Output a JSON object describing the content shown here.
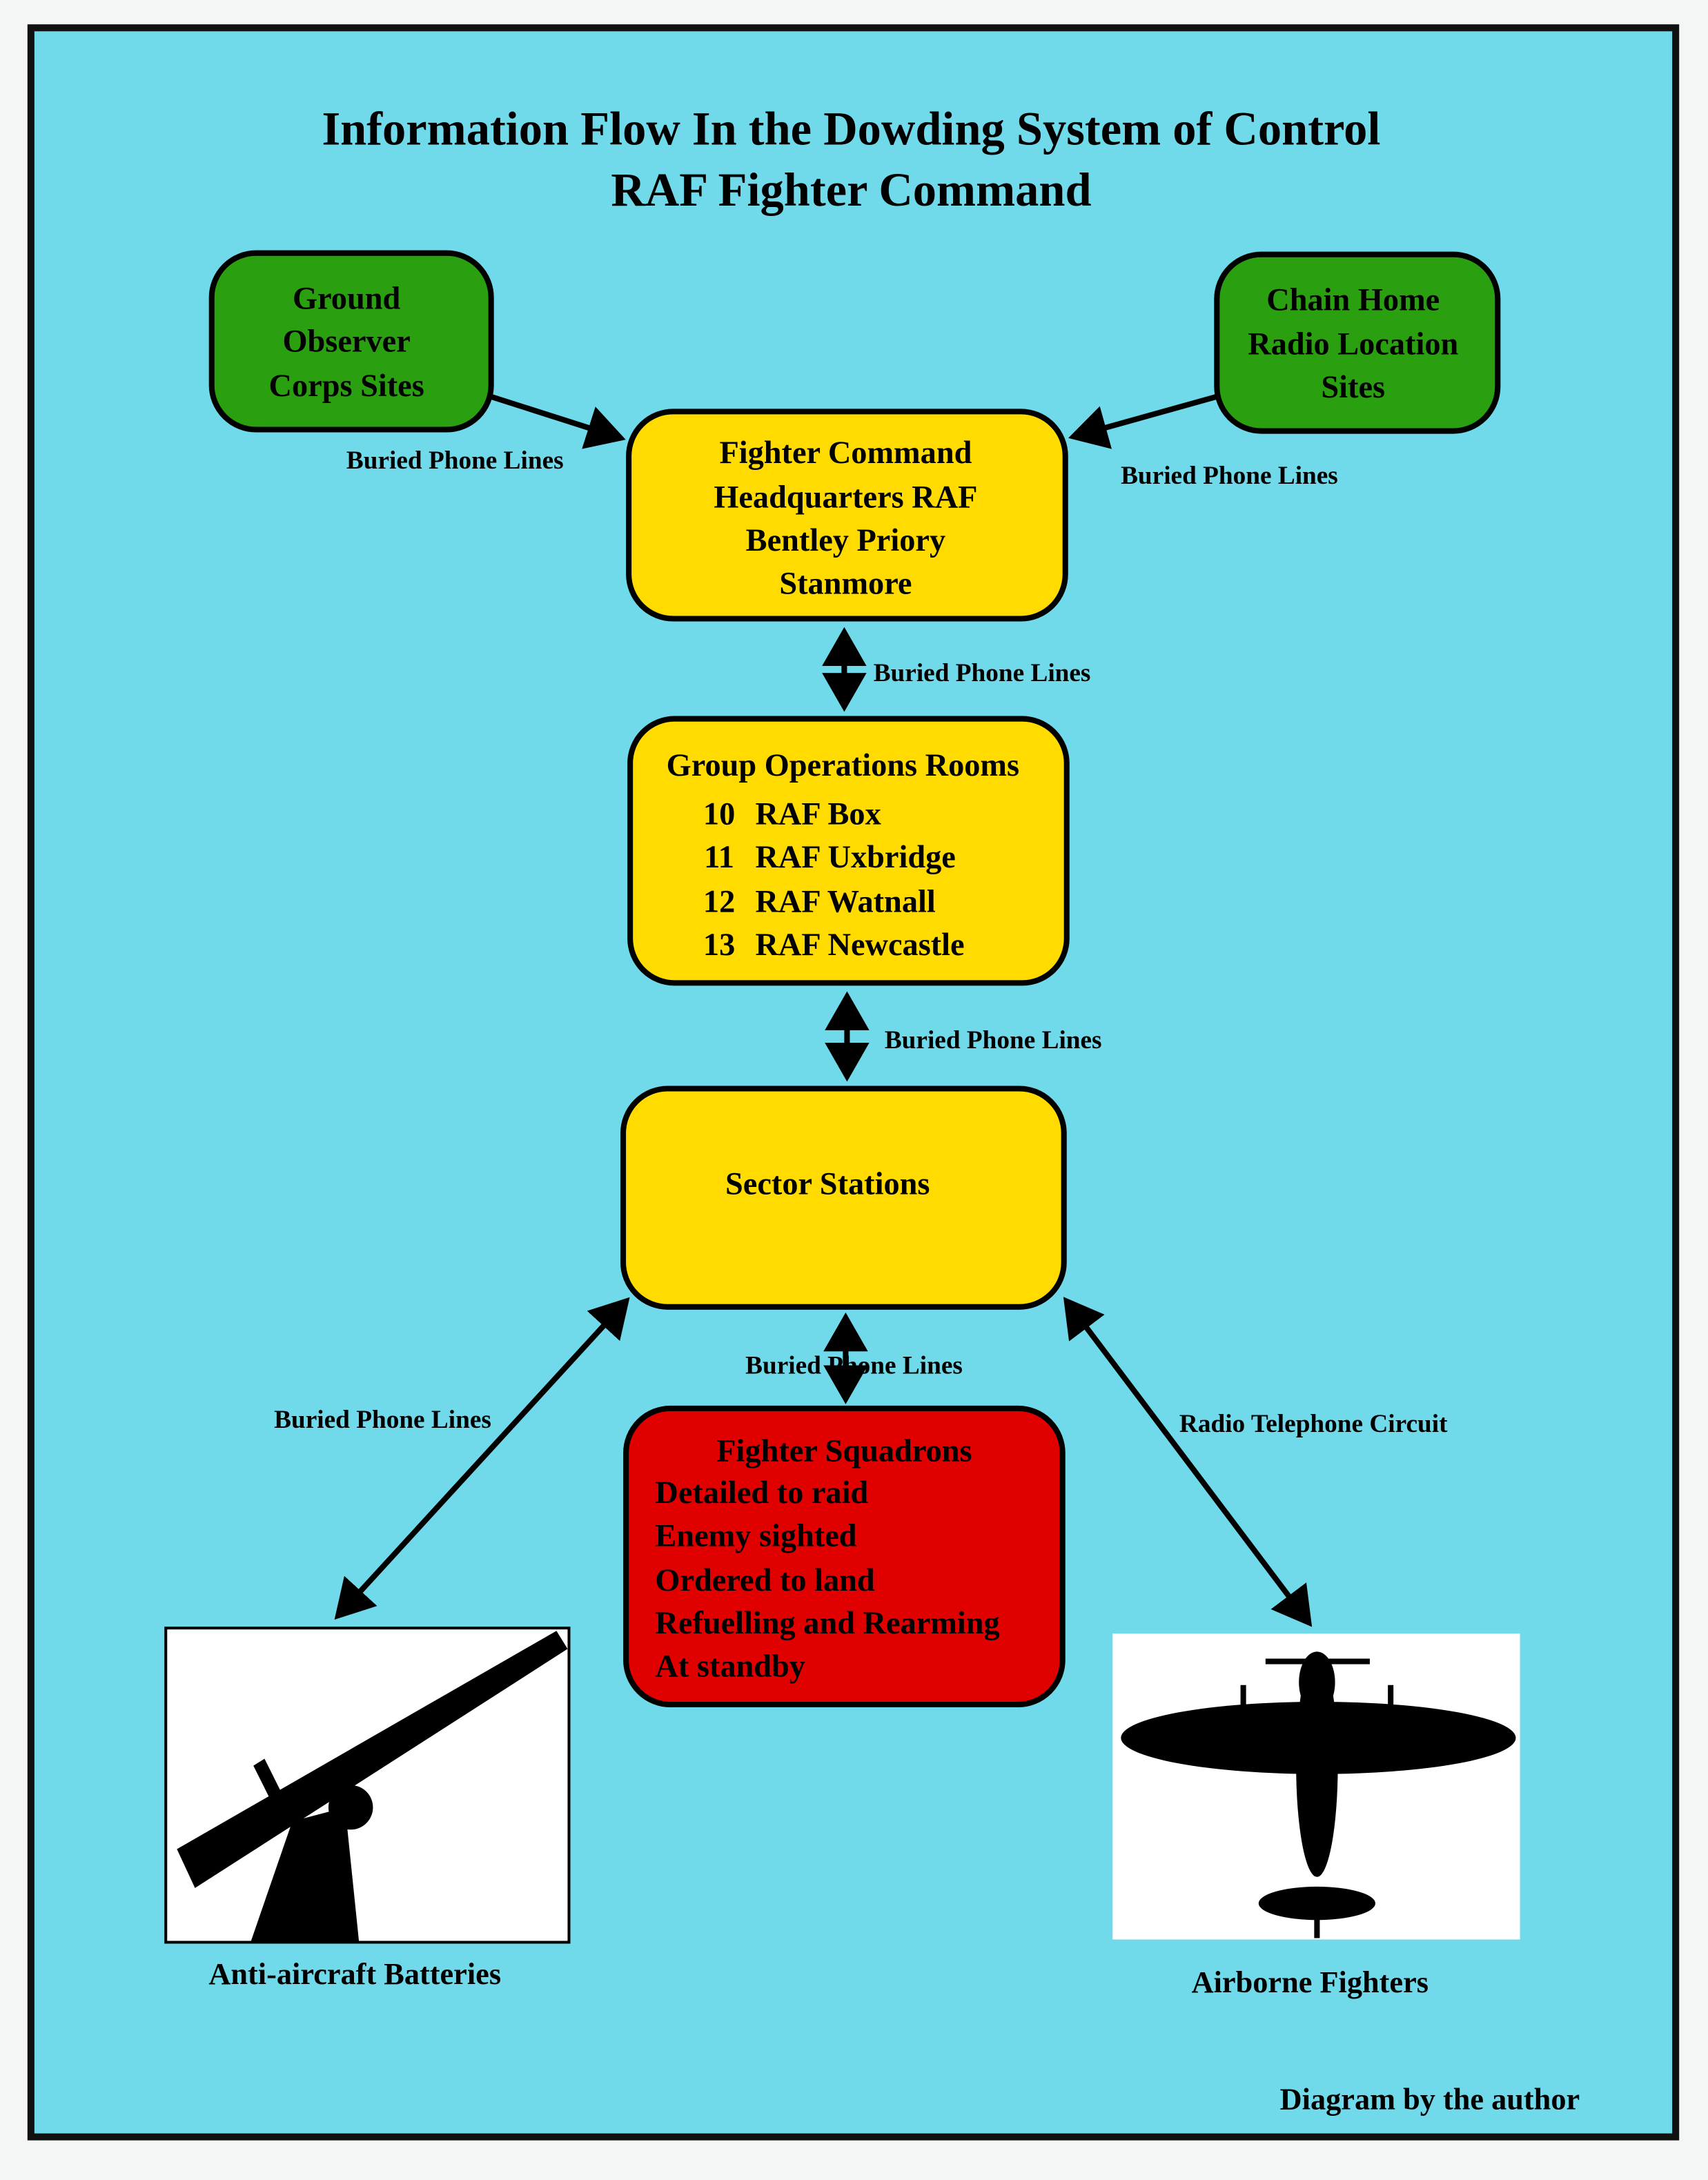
{
  "title": {
    "line1": "Information Flow In the Dowding System of Control",
    "line2": "RAF Fighter Command"
  },
  "colors": {
    "background": "#70d9ea",
    "source_box": "#2a9f10",
    "command_box": "#ffdb00",
    "squadron_box": "#e00000"
  },
  "nodes": {
    "observer": {
      "lines": [
        "Ground",
        "Observer",
        "Corps Sites"
      ]
    },
    "chain_home": {
      "lines": [
        "Chain Home",
        "Radio Location",
        "Sites"
      ]
    },
    "hq": {
      "lines": [
        "Fighter Command",
        "Headquarters RAF",
        "Bentley Priory",
        "Stanmore"
      ]
    },
    "group": {
      "title": "Group Operations Rooms",
      "items": [
        {
          "num": "10",
          "name": "RAF Box"
        },
        {
          "num": "11",
          "name": "RAF Uxbridge"
        },
        {
          "num": "12",
          "name": "RAF Watnall"
        },
        {
          "num": "13",
          "name": "RAF Newcastle"
        }
      ]
    },
    "sector": {
      "label": "Sector Stations"
    },
    "squadrons": {
      "title": "Fighter Squadrons",
      "items": [
        "Detailed to raid",
        "Enemy sighted",
        "Ordered to land",
        "Refuelling and Rearming",
        "At standby"
      ]
    },
    "aa": {
      "label": "Anti-aircraft Batteries",
      "icon": "anti-aircraft-gun-silhouette"
    },
    "fighters": {
      "label": "Airborne Fighters",
      "icon": "spitfire-silhouette"
    }
  },
  "edges": {
    "observer_hq": "Buried Phone Lines",
    "chain_hq": "Buried Phone Lines",
    "hq_group": "Buried Phone Lines",
    "group_sector": "Buried Phone Lines",
    "sector_squadrons": "Buried Phone Lines",
    "sector_aa": "Buried Phone Lines",
    "sector_fighters": "Radio Telephone Circuit"
  },
  "credit": "Diagram by the author"
}
